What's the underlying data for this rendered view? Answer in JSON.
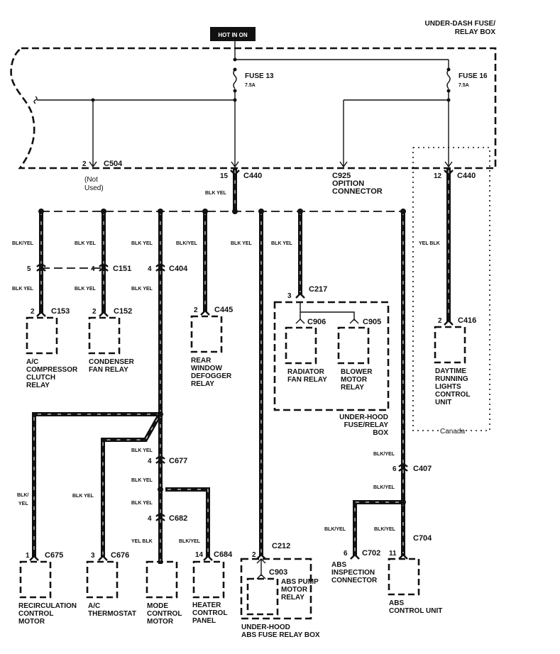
{
  "diagram": {
    "title_box": "UNDER-DASH FUSE/ RELAY BOX",
    "title_line1": "UNDER-DASH FUSE/",
    "title_line2": "RELAY BOX",
    "hot_label": "HOT IN ON",
    "fuses": [
      {
        "name": "FUSE 13",
        "rating": "7.5A"
      },
      {
        "name": "FUSE 16",
        "rating": "7.5A"
      }
    ],
    "top_connectors": {
      "c504": {
        "pin": "2",
        "id": "C504",
        "note_line1": "(Not",
        "note_line2": "Used)"
      },
      "c440_a": {
        "pin": "15",
        "id": "C440"
      },
      "c925": {
        "id": "C925",
        "line2": "OPITION",
        "line3": "CONNECTOR"
      },
      "c440_b": {
        "pin": "12",
        "id": "C440"
      }
    },
    "wire_colors": {
      "blk_yel_slash": "BLK/YEL",
      "blk_yel": "BLK YEL",
      "yel_blk": "YEL BLK",
      "blk_line1": "BLK/",
      "yel_line2": "YEL"
    },
    "connectors": {
      "c151_left_pin": "5",
      "c151_pin": "4",
      "c151": "C151",
      "c404_pin": "4",
      "c404": "C404",
      "c153_pin": "2",
      "c153": "C153",
      "c152_pin": "2",
      "c152": "C152",
      "c445_pin": "2",
      "c445": "C445",
      "c217_pin": "3",
      "c217": "C217",
      "c906": "C906",
      "c905": "C905",
      "c416_pin": "2",
      "c416": "C416",
      "c677_pin": "4",
      "c677": "C677",
      "c682_pin": "4",
      "c682": "C682",
      "c407_pin": "6",
      "c407": "C407",
      "c675_pin": "1",
      "c675": "C675",
      "c676_pin": "3",
      "c676": "C676",
      "c684_pin": "14",
      "c684": "C684",
      "c212_pin": "2",
      "c212": "C212",
      "c903": "C903",
      "c702_pin": "6",
      "c702": "C702",
      "c704_pin": "11",
      "c704": "C704"
    },
    "components": {
      "ac_clutch": [
        "A/C",
        "COMPRESSOR",
        "CLUTCH",
        "RELAY"
      ],
      "condenser": [
        "CONDENSER",
        "FAN RELAY"
      ],
      "defogger": [
        "REAR",
        "WINDOW",
        "DEFOGGER",
        "RELAY"
      ],
      "radiator": [
        "RADIATOR",
        "FAN RELAY"
      ],
      "blower": [
        "BLOWER",
        "MOTOR",
        "RELAY"
      ],
      "underhood_box": [
        "UNDER-HOOD",
        "FUSE/RELAY",
        "BOX"
      ],
      "drl": [
        "DAYTIME",
        "RUNNING",
        "LIGHTS",
        "CONTROL",
        "UNIT"
      ],
      "canada": "Canada",
      "recirc": [
        "RECIRCULATION",
        "CONTROL",
        "MOTOR"
      ],
      "thermostat": [
        "A/C",
        "THERMOSTAT"
      ],
      "mode": [
        "MODE",
        "CONTROL",
        "MOTOR"
      ],
      "heater": [
        "HEATER",
        "CONTROL",
        "PANEL"
      ],
      "abs_pump": [
        "ABS PUMP",
        "MOTOR",
        "RELAY"
      ],
      "abs_box": [
        "UNDER-HOOD",
        "ABS FUSE RELAY BOX"
      ],
      "abs_insp": [
        "ABS",
        "INSPECTION",
        "CONNECTOR"
      ],
      "abs_unit": [
        "ABS",
        "CONTROL UNIT"
      ]
    }
  }
}
